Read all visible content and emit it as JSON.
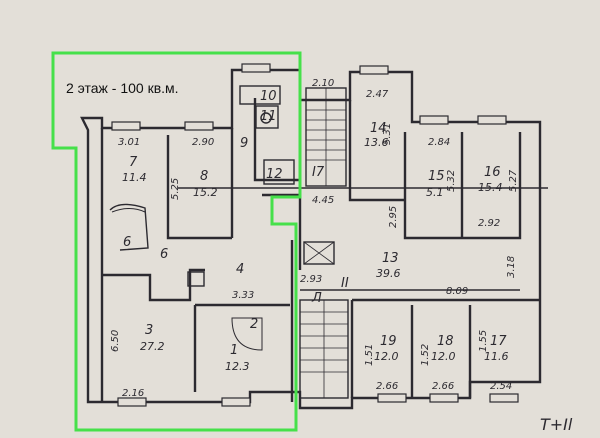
{
  "caption": "2 этаж - 100 кв.м.",
  "colors": {
    "highlight": "#46e04a",
    "ink": "#2c2a30",
    "paper": "#e3dfd8"
  },
  "rooms": [
    {
      "number": "7",
      "area": "11.4"
    },
    {
      "number": "8",
      "area": "15.2"
    },
    {
      "number": "9",
      "area": ""
    },
    {
      "number": "10",
      "area": ""
    },
    {
      "number": "11",
      "area": ""
    },
    {
      "number": "12",
      "area": ""
    },
    {
      "number": "14",
      "area": "13.6"
    },
    {
      "number": "15",
      "area": "5.1"
    },
    {
      "number": "16",
      "area": "15.4"
    },
    {
      "number": "17",
      "area": "11.6"
    },
    {
      "number": "18",
      "area": "12.0"
    },
    {
      "number": "19",
      "area": "12.0"
    },
    {
      "number": "13",
      "area": "39.6"
    },
    {
      "number": "6",
      "area": ""
    },
    {
      "number": "6",
      "area": ""
    },
    {
      "number": "4",
      "area": ""
    },
    {
      "number": "3",
      "area": "27.2"
    },
    {
      "number": "2",
      "area": ""
    },
    {
      "number": "1",
      "area": "12.3"
    },
    {
      "number": "II",
      "area": ""
    },
    {
      "number": "I7",
      "area": ""
    },
    {
      "number": "Л",
      "area": ""
    }
  ],
  "dimensions": [
    "3.01",
    "2.90",
    "2.10",
    "2.47",
    "2.84",
    "5.31",
    "5.25",
    "5.32",
    "5.27",
    "2.95",
    "2.92",
    "4.45",
    "2.93",
    "3.33",
    "8.09",
    "3.18",
    "6.50",
    "2.16",
    "1.51",
    "1.52",
    "1.55",
    "2.66",
    "2.66",
    "2.54"
  ],
  "corner_text": "T+Il"
}
